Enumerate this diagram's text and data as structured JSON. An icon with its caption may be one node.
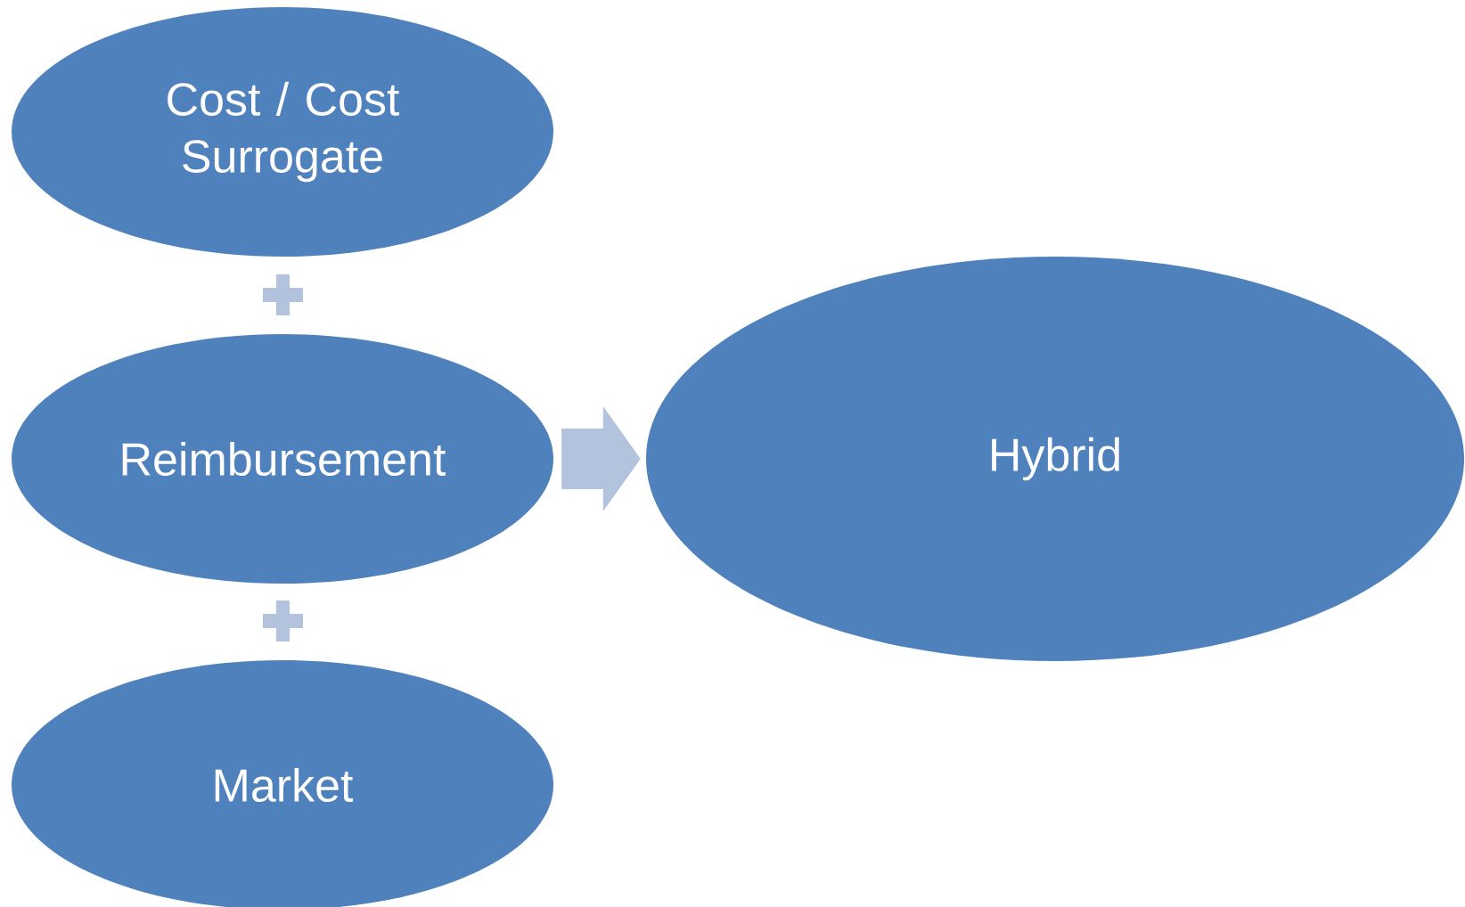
{
  "diagram": {
    "nodes": [
      {
        "text": [
          "Cost / Cost Surrogate"
        ]
      },
      {
        "text": [
          "Reimbursement"
        ]
      },
      {
        "text": [
          "Market"
        ]
      },
      {
        "text": [
          "Hybrid"
        ]
      }
    ],
    "edges": [
      {
        "from": 1,
        "to": 3,
        "arrow": "to"
      }
    ]
  }
}
